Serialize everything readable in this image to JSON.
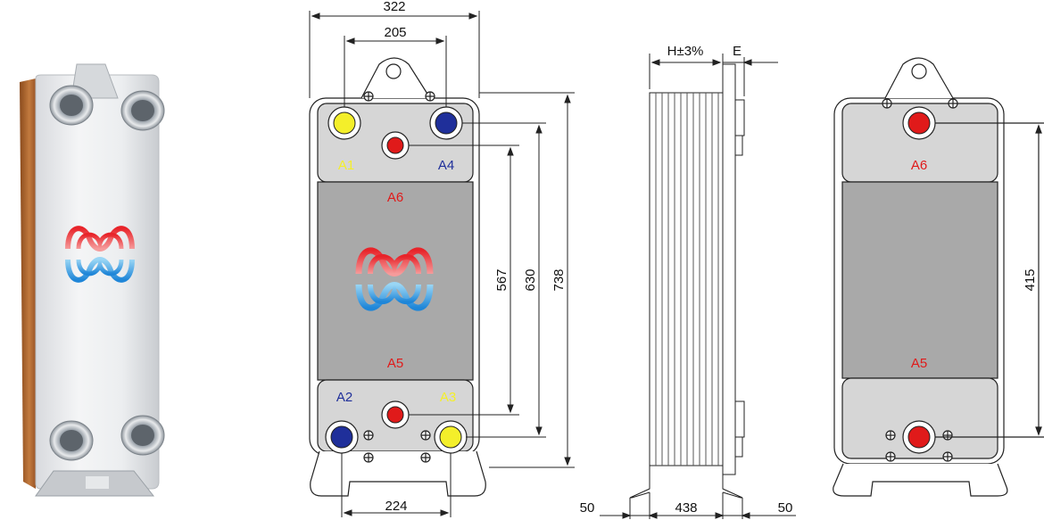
{
  "dimensions": {
    "width_overall": "322",
    "top_port_spacing": "205",
    "bottom_port_spacing": "224",
    "height_567": "567",
    "height_630": "630",
    "height_738": "738",
    "height_415": "415",
    "stack_thickness": "H±3%",
    "connection_length": "E",
    "left_foot": "50",
    "foot_span": "438",
    "right_foot": "50"
  },
  "ports": {
    "a1": "A1",
    "a2": "A2",
    "a3": "A3",
    "a4": "A4",
    "a5": "A5",
    "a6": "A6"
  },
  "colors": {
    "red": "#e01a1a",
    "blue": "#1f2f9a",
    "yellow": "#f4ef2a",
    "plate_dark": "#a9a9a9",
    "plate_light": "#d6d6d6",
    "copper": "#b4652a"
  }
}
